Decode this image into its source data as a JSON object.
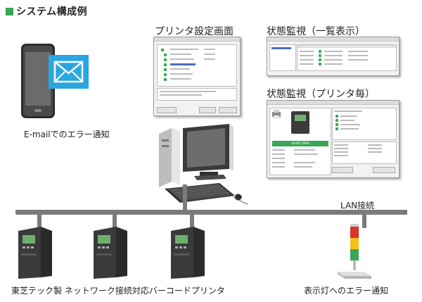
{
  "title": "システム構成例",
  "labels": {
    "printer_settings": "プリンタ設定画面",
    "status_list": "状態監視（一覧表示）",
    "status_per_printer": "状態監視（プリンタ毎）",
    "email_notify": "E-mailでのエラー通知",
    "lan": "LAN接続",
    "printers": "東芝テック製 ネットワーク接続対応バーコードプリンタ",
    "lamp_notify": "表示灯へのエラー通知"
  },
  "detail_window": {
    "ready": "READY OPEN"
  },
  "colors": {
    "accent": "#3aa654",
    "bus": "#7b7b7b",
    "mail_blue": "#2aa6e0",
    "lamp_red": "#d7342a",
    "lamp_yellow": "#f2c21a",
    "lamp_green": "#3aa654"
  }
}
